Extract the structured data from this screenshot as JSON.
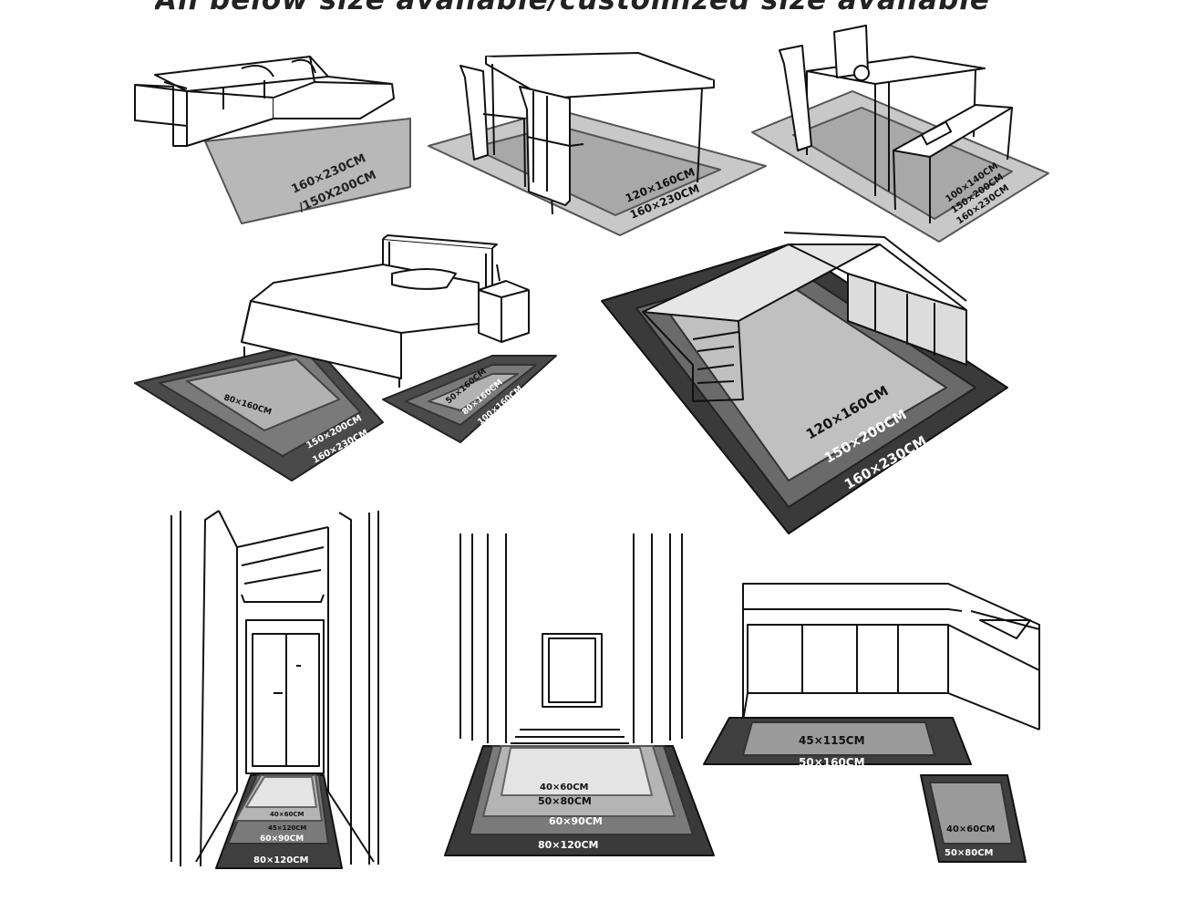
{
  "header": {
    "text": "All below size available/customized size available"
  },
  "scenes": {
    "living_room": {
      "labels": [
        "160×230CM",
        "/150X200CM"
      ]
    },
    "dining_room": {
      "labels": [
        "120×160CM",
        "160×230CM"
      ]
    },
    "dining_bench": {
      "labels": [
        "100×140CM",
        "150×200CM",
        "160×230CM"
      ]
    },
    "bedroom": {
      "bed_labels": [
        "80×160CM",
        "150×200CM",
        "160×230CM"
      ],
      "side_labels": [
        "50×160CM",
        "80×160CM",
        "100×160CM"
      ]
    },
    "study": {
      "labels": [
        "120×160CM",
        "150×200CM",
        "160×230CM"
      ]
    },
    "hallway": {
      "labels": [
        "40×60CM",
        "45×120CM",
        "60×90CM",
        "80×120CM"
      ]
    },
    "entrance": {
      "labels": [
        "40×60CM",
        "50×80CM",
        "60×90CM",
        "80×120CM"
      ]
    },
    "kitchen": {
      "labels": [
        "45×115CM",
        "50×160CM",
        "40×60CM",
        "50×80CM"
      ]
    }
  },
  "colors": {
    "outer_dark": "#3a3a3a",
    "mid_dark": "#6a6a6a",
    "mid": "#9a9a9a",
    "light": "#c4c4c4",
    "lighter": "#e2e2e2",
    "line": "#111111"
  }
}
